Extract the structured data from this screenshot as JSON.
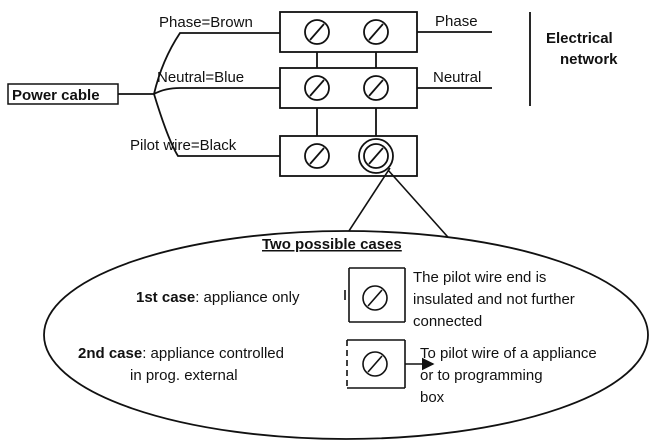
{
  "wires": {
    "phase_label": "Phase=Brown",
    "neutral_label": "Neutral=Blue",
    "pilot_label": "Pilot wire=Black"
  },
  "network": {
    "phase_label": "Phase",
    "neutral_label": "Neutral",
    "title_line1": "Electrical",
    "title_line2": "network"
  },
  "power_cable_label": "Power cable",
  "cases": {
    "title": "Two possible cases",
    "case1_prefix": "1st case",
    "case1_text": ": appliance only",
    "case1_note_line1": "The pilot wire end is",
    "case1_note_line2": "insulated and not further",
    "case1_note_line3": "connected",
    "case2_prefix": "2nd case",
    "case2_text_line1": ": appliance controlled",
    "case2_text_line2": "in prog. external",
    "case2_note_line1": "To pilot wire of a appliance",
    "case2_note_line2": "or to programming",
    "case2_note_line3": "box"
  }
}
